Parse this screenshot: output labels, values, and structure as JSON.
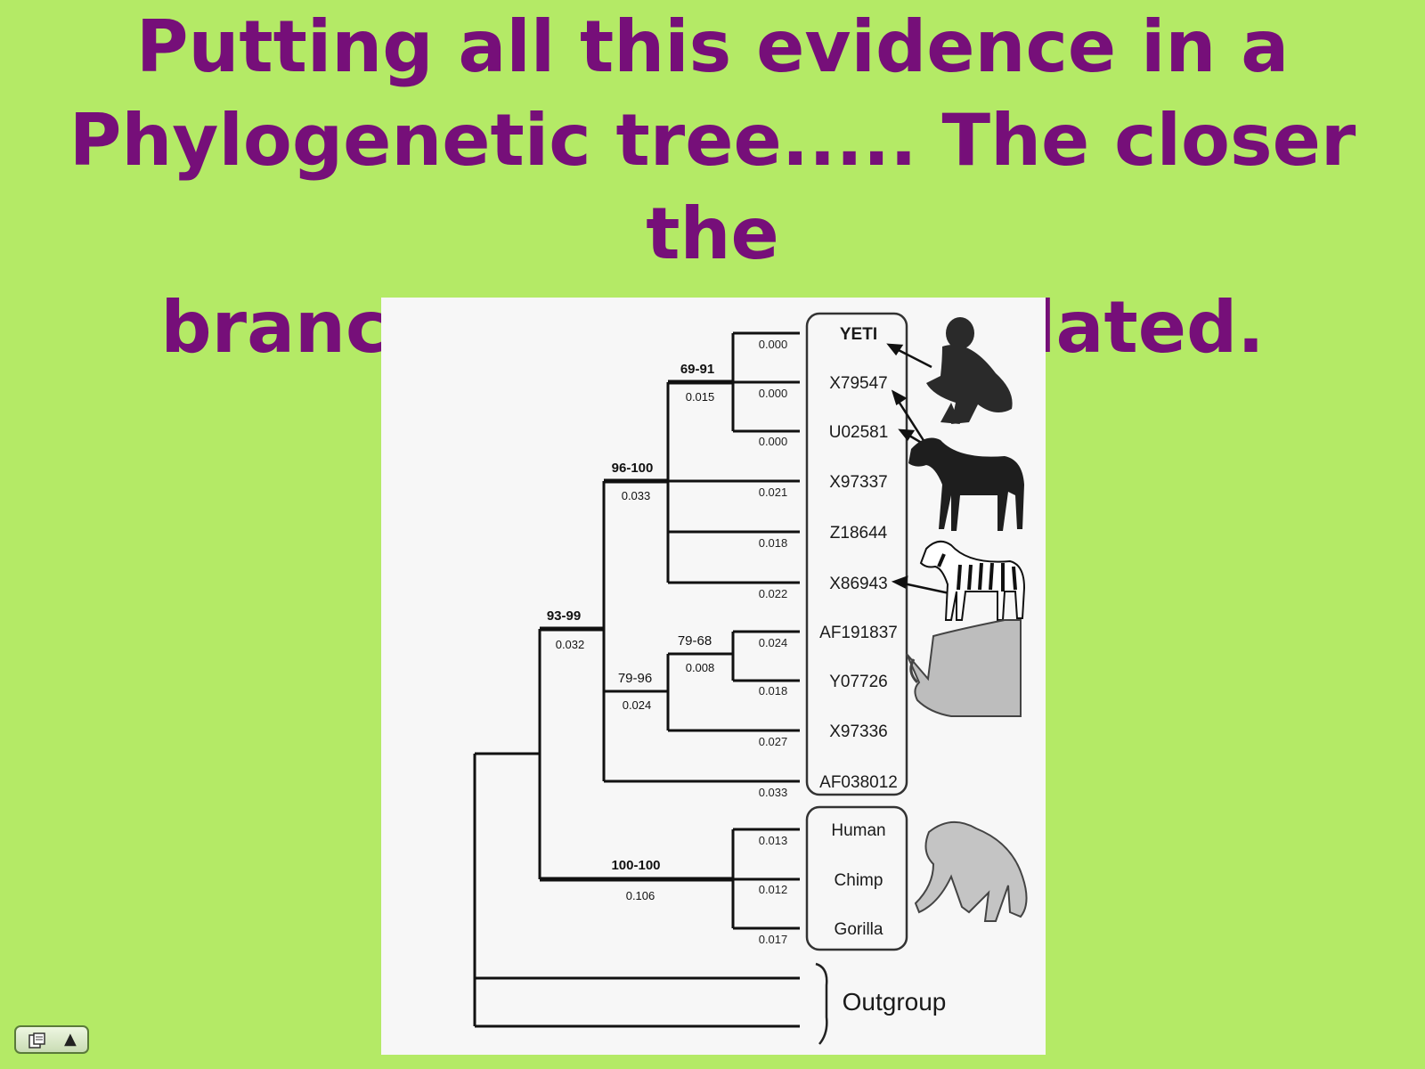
{
  "title": {
    "line1": "Putting all this evidence in a",
    "line2": "Phylogenetic tree.....  The closer the",
    "line3": "branch – the closer related."
  },
  "tree": {
    "taxa": [
      "YETI",
      "X79547",
      "U02581",
      "X97337",
      "Z18644",
      "X86943",
      "AF191837",
      "Y07726",
      "X97336",
      "AF038012",
      "Human",
      "Chimp",
      "Gorilla"
    ],
    "outgroup_label": "Outgroup",
    "tip_branch_lengths": [
      "0.000",
      "0.000",
      "0.000",
      "0.021",
      "0.018",
      "0.022",
      "0.024",
      "0.018",
      "0.027",
      "0.033",
      "0.013",
      "0.012",
      "0.017"
    ],
    "node_support": {
      "n6991": "69-91",
      "n96100": "96-100",
      "n9399": "93-99",
      "n7968": "79-68",
      "n7996": "79-96",
      "n100100": "100-100"
    },
    "node_branch_lengths": {
      "n6991": "0.015",
      "n96100": "0.033",
      "n9399": "0.032",
      "n7968": "0.008",
      "n7996": "0.024",
      "n100100": "0.106"
    },
    "line_color": "#111111",
    "box_border_color": "#333333"
  },
  "illustrations": [
    "yeti-icon",
    "horse-icon",
    "zebra-icon",
    "rhinoceros-icon",
    "ape-icon"
  ],
  "controls": [
    "notes-icon",
    "up-arrow-icon"
  ],
  "controls_up_glyph": "▲"
}
